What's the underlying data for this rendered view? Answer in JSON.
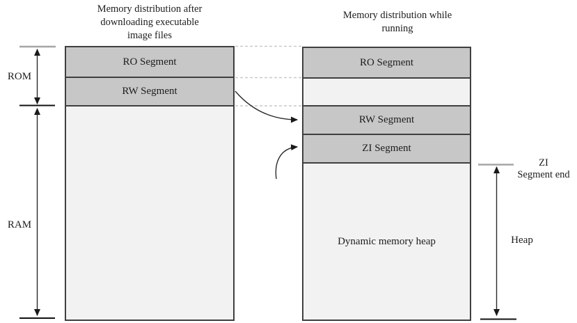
{
  "titles": {
    "left": "Memory distribution after\ndownloading executable\nimage files",
    "right": "Memory distribution while\nrunning"
  },
  "left_column": {
    "ro_label": "RO Segment",
    "rw_label": "RW Segment"
  },
  "right_column": {
    "ro_label": "RO Segment",
    "rw_label": "RW Segment",
    "zi_label": "ZI Segment",
    "heap_label": "Dynamic memory heap"
  },
  "brackets": {
    "rom_label": "ROM",
    "ram_label": "RAM",
    "zi_end_label": "ZI\nSegment end",
    "heap_label": "Heap"
  },
  "colors": {
    "segment_fill": "#c7c7c7",
    "light_fill": "#f2f2f2",
    "border": "#3f3f3f",
    "text": "#1c1c1c",
    "dashed_line": "#c9c9c9",
    "gray_tick": "#a6a6a6",
    "black_tick": "#111111",
    "arrow": "#2b2b2b",
    "bg": "#ffffff"
  }
}
